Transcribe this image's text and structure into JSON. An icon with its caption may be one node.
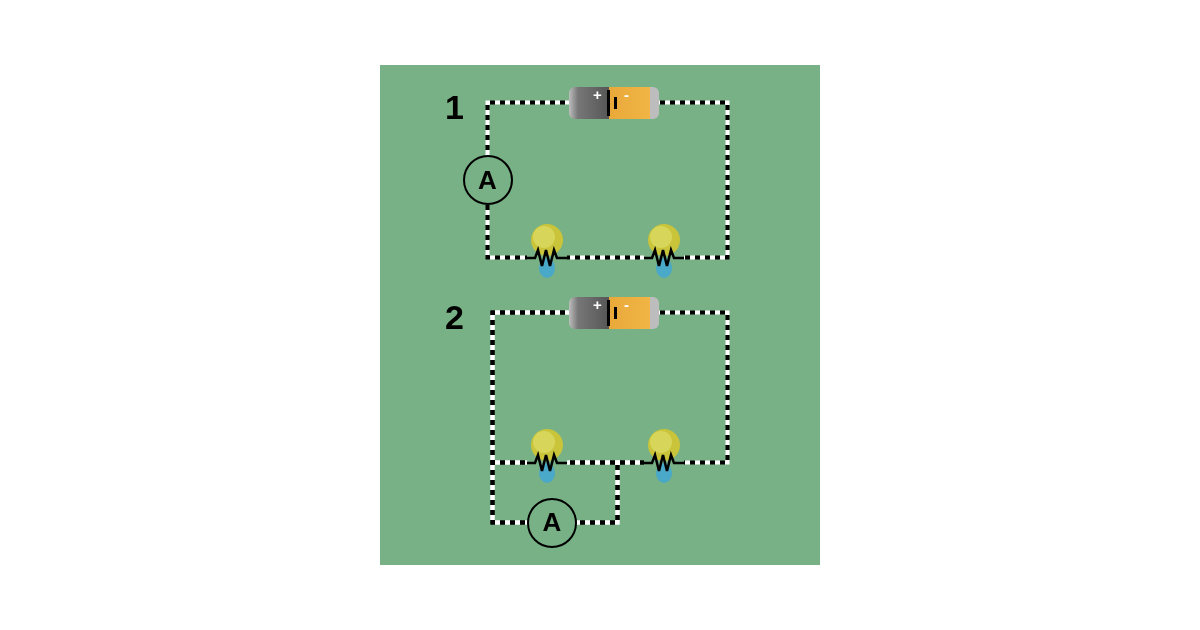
{
  "diagram": {
    "nodes": [
      {
        "text": [
          "+",
          "-"
        ]
      },
      {
        "text": [
          "A"
        ]
      },
      {
        "text": [],
        "shape": "picture"
      },
      {
        "text": [],
        "shape": "picture"
      },
      {
        "text": [
          "+",
          "-"
        ]
      },
      {
        "text": [],
        "shape": "picture"
      },
      {
        "text": [],
        "shape": "picture"
      },
      {
        "text": [
          "A"
        ]
      }
    ],
    "edges": [
      {
        "from": 0,
        "to": 1,
        "arrow": "none"
      },
      {
        "from": 1,
        "to": 2,
        "arrow": "none"
      },
      {
        "from": 2,
        "to": 3,
        "arrow": "none"
      },
      {
        "from": 3,
        "to": 0,
        "arrow": "none"
      },
      {
        "from": 4,
        "to": 5,
        "arrow": "none"
      },
      {
        "from": 4,
        "to": 7,
        "arrow": "none"
      },
      {
        "from": 7,
        "to": 6,
        "arrow": "none"
      },
      {
        "from": 5,
        "to": 6,
        "arrow": "none"
      },
      {
        "from": 6,
        "to": 4,
        "arrow": "none"
      },
      {
        "from": 5,
        "to": 7,
        "arrow": "none"
      },
      {
        "from": 5,
        "to": 7,
        "arrow": "none"
      }
    ],
    "labels": [
      "1",
      "2"
    ]
  }
}
